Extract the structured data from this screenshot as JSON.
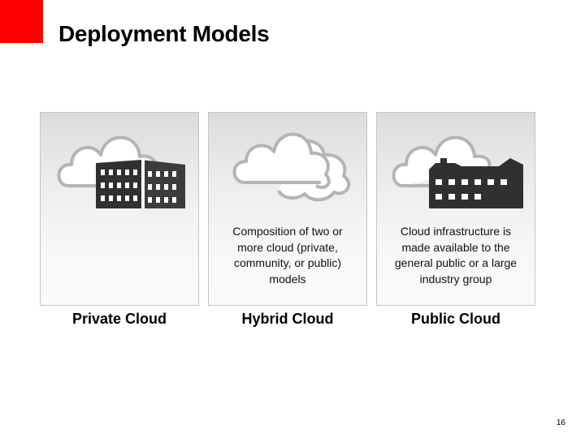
{
  "slide": {
    "title": "Deployment Models",
    "page_number": "16",
    "accent_color": "#ff0000",
    "models": [
      {
        "label": "Private Cloud",
        "description": "",
        "icon": "cloud-with-building-icon"
      },
      {
        "label": "Hybrid Cloud",
        "description": "Composition of two or more cloud (private, community, or public) models",
        "icon": "double-cloud-icon"
      },
      {
        "label": "Public Cloud",
        "description": "Cloud infrastructure is made available to the general public or a large industry group",
        "icon": "cloud-with-factory-icon"
      }
    ]
  }
}
